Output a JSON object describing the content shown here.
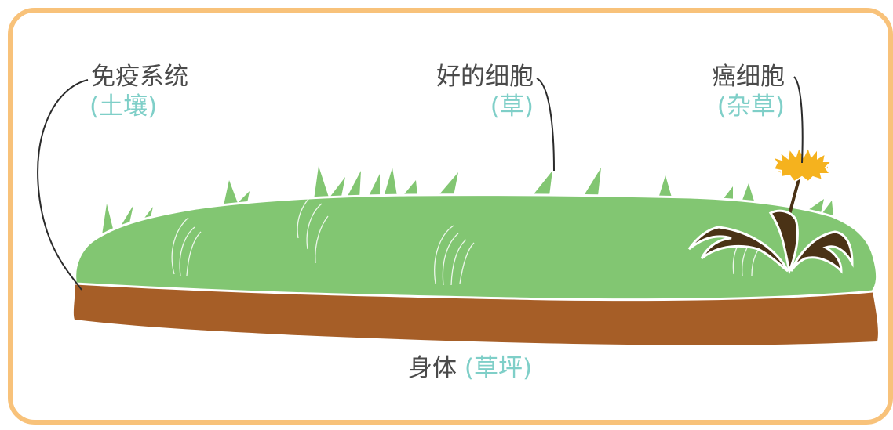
{
  "labels": {
    "immune": {
      "name": "免疫系统",
      "analogy": "(土壤)"
    },
    "good_cells": {
      "name": "好的细胞",
      "analogy": "(草)"
    },
    "cancer_cells": {
      "name": "癌细胞",
      "analogy": "(杂草)"
    },
    "body": {
      "name": "身体",
      "analogy": "(草坪)"
    }
  },
  "colors": {
    "frame": "#f8c27a",
    "grass": "#82c672",
    "soil": "#a65e27",
    "weed": "#4a3216",
    "flower": "#f5b21e",
    "dark_text": "#4a4a4a",
    "analogy_text": "#7fcfc8"
  }
}
